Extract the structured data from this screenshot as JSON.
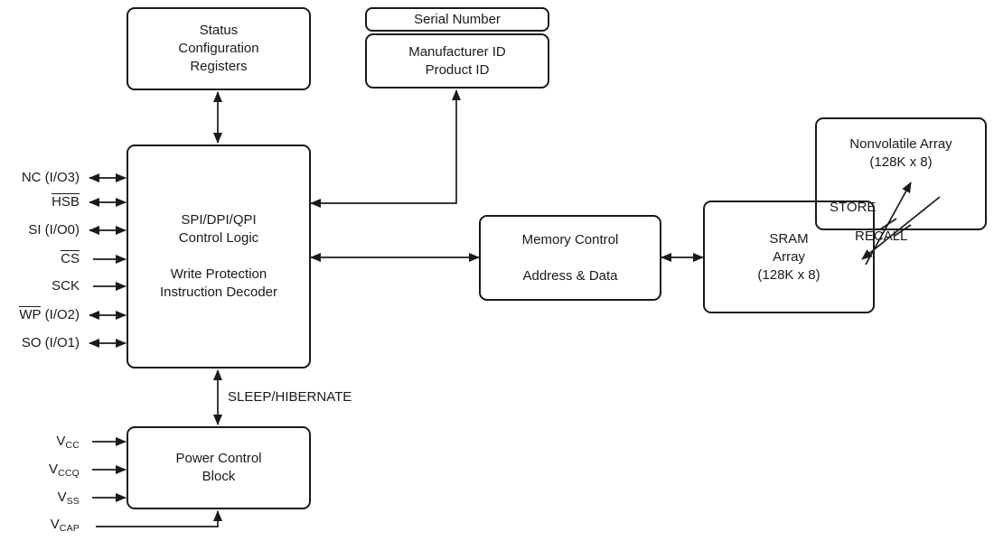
{
  "colors": {
    "line": "#1a1a1a",
    "background": "#ffffff",
    "box_fill": "#ffffff"
  },
  "boxes": {
    "status": {
      "lines": [
        "Status",
        "Configuration",
        "Registers"
      ]
    },
    "serial": {
      "lines": [
        "Serial Number"
      ]
    },
    "mfg": {
      "lines": [
        "Manufacturer ID",
        "Product ID"
      ]
    },
    "control": {
      "lines": [
        "SPI/DPI/QPI",
        "Control Logic",
        "",
        "Write Protection",
        "Instruction Decoder"
      ]
    },
    "memory": {
      "lines": [
        "Memory Control",
        "",
        "Address & Data"
      ]
    },
    "sram": {
      "lines": [
        "SRAM",
        "Array",
        "(128K x 8)"
      ]
    },
    "nonvolatile": {
      "lines": [
        "Nonvolatile Array",
        "(128K x 8)"
      ]
    },
    "power": {
      "lines": [
        "Power Control",
        "Block"
      ]
    }
  },
  "labels": {
    "sleep": "SLEEP/HIBERNATE",
    "store": "STORE",
    "recall": "RECALL"
  },
  "signals": [
    {
      "pre": "NC (I/O3)",
      "overline": "",
      "post": "",
      "direction": "bidirectional"
    },
    {
      "pre": "",
      "overline": "HSB",
      "post": "",
      "direction": "bidirectional"
    },
    {
      "pre": "SI (I/O0)",
      "overline": "",
      "post": "",
      "direction": "bidirectional"
    },
    {
      "pre": "",
      "overline": "CS",
      "post": "",
      "direction": "input"
    },
    {
      "pre": "SCK",
      "overline": "",
      "post": "",
      "direction": "input"
    },
    {
      "pre": "",
      "overline": "WP",
      "post": " (I/O2)",
      "direction": "bidirectional"
    },
    {
      "pre": "SO (I/O1)",
      "overline": "",
      "post": "",
      "direction": "bidirectional"
    }
  ],
  "power_pins": [
    {
      "base": "V",
      "sub": "CC"
    },
    {
      "base": "V",
      "sub": "CCQ"
    },
    {
      "base": "V",
      "sub": "SS"
    },
    {
      "base": "V",
      "sub": "CAP"
    }
  ]
}
